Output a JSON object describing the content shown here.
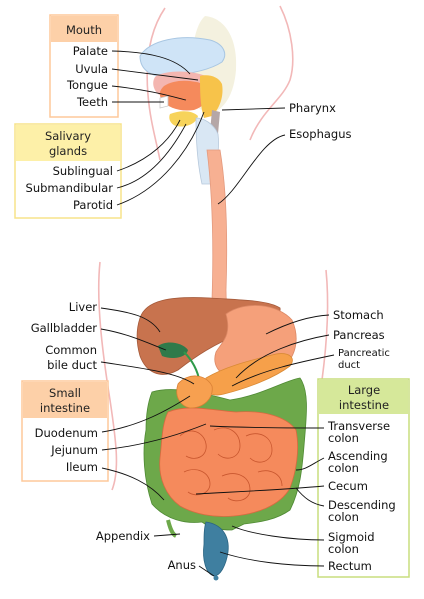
{
  "groups": {
    "mouth": {
      "title": "Mouth",
      "labels": [
        "Palate",
        "Uvula",
        "Tongue",
        "Teeth"
      ],
      "header_color": "#fdd0a8",
      "border_color": "#fdc89a"
    },
    "salivary": {
      "title_line1": "Salivary",
      "title_line2": "glands",
      "labels": [
        "Sublingual",
        "Submandibular",
        "Parotid"
      ],
      "header_color": "#fdf0a8",
      "border_color": "#f7e38a"
    },
    "small_intestine": {
      "title_line1": "Small",
      "title_line2": "intestine",
      "labels": [
        "Duodenum",
        "Jejunum",
        "Ileum"
      ],
      "header_color": "#fdd0a8",
      "border_color": "#fdc89a"
    },
    "large_intestine": {
      "title_line1": "Large",
      "title_line2": "intestine",
      "header_color": "#d6e89a",
      "border_color": "#c8de7e"
    }
  },
  "labels": {
    "pharynx": "Pharynx",
    "esophagus": "Esophagus",
    "liver": "Liver",
    "gallbladder": "Gallbladder",
    "common_bile_duct_1": "Common",
    "common_bile_duct_2": "bile duct",
    "stomach": "Stomach",
    "pancreas": "Pancreas",
    "pancreatic_duct_1": "Pancreatic",
    "pancreatic_duct_2": "duct",
    "transverse_1": "Transverse",
    "transverse_2": "colon",
    "ascending_1": "Ascending",
    "ascending_2": "colon",
    "cecum": "Cecum",
    "descending_1": "Descending",
    "descending_2": "colon",
    "sigmoid_1": "Sigmoid",
    "sigmoid_2": "colon",
    "rectum": "Rectum",
    "appendix": "Appendix",
    "anus": "Anus"
  },
  "colors": {
    "liver": "#c8734e",
    "stomach": "#f5a07a",
    "esophagus": "#f7b092",
    "small_intestine": "#f58a5c",
    "large_intestine": "#6da84a",
    "rectum": "#3f7fa0",
    "gallbladder": "#2f7a4a",
    "pancreas": "#f6a04a",
    "body_outline": "#f2b8b8",
    "palate": "#cfe4f7"
  }
}
